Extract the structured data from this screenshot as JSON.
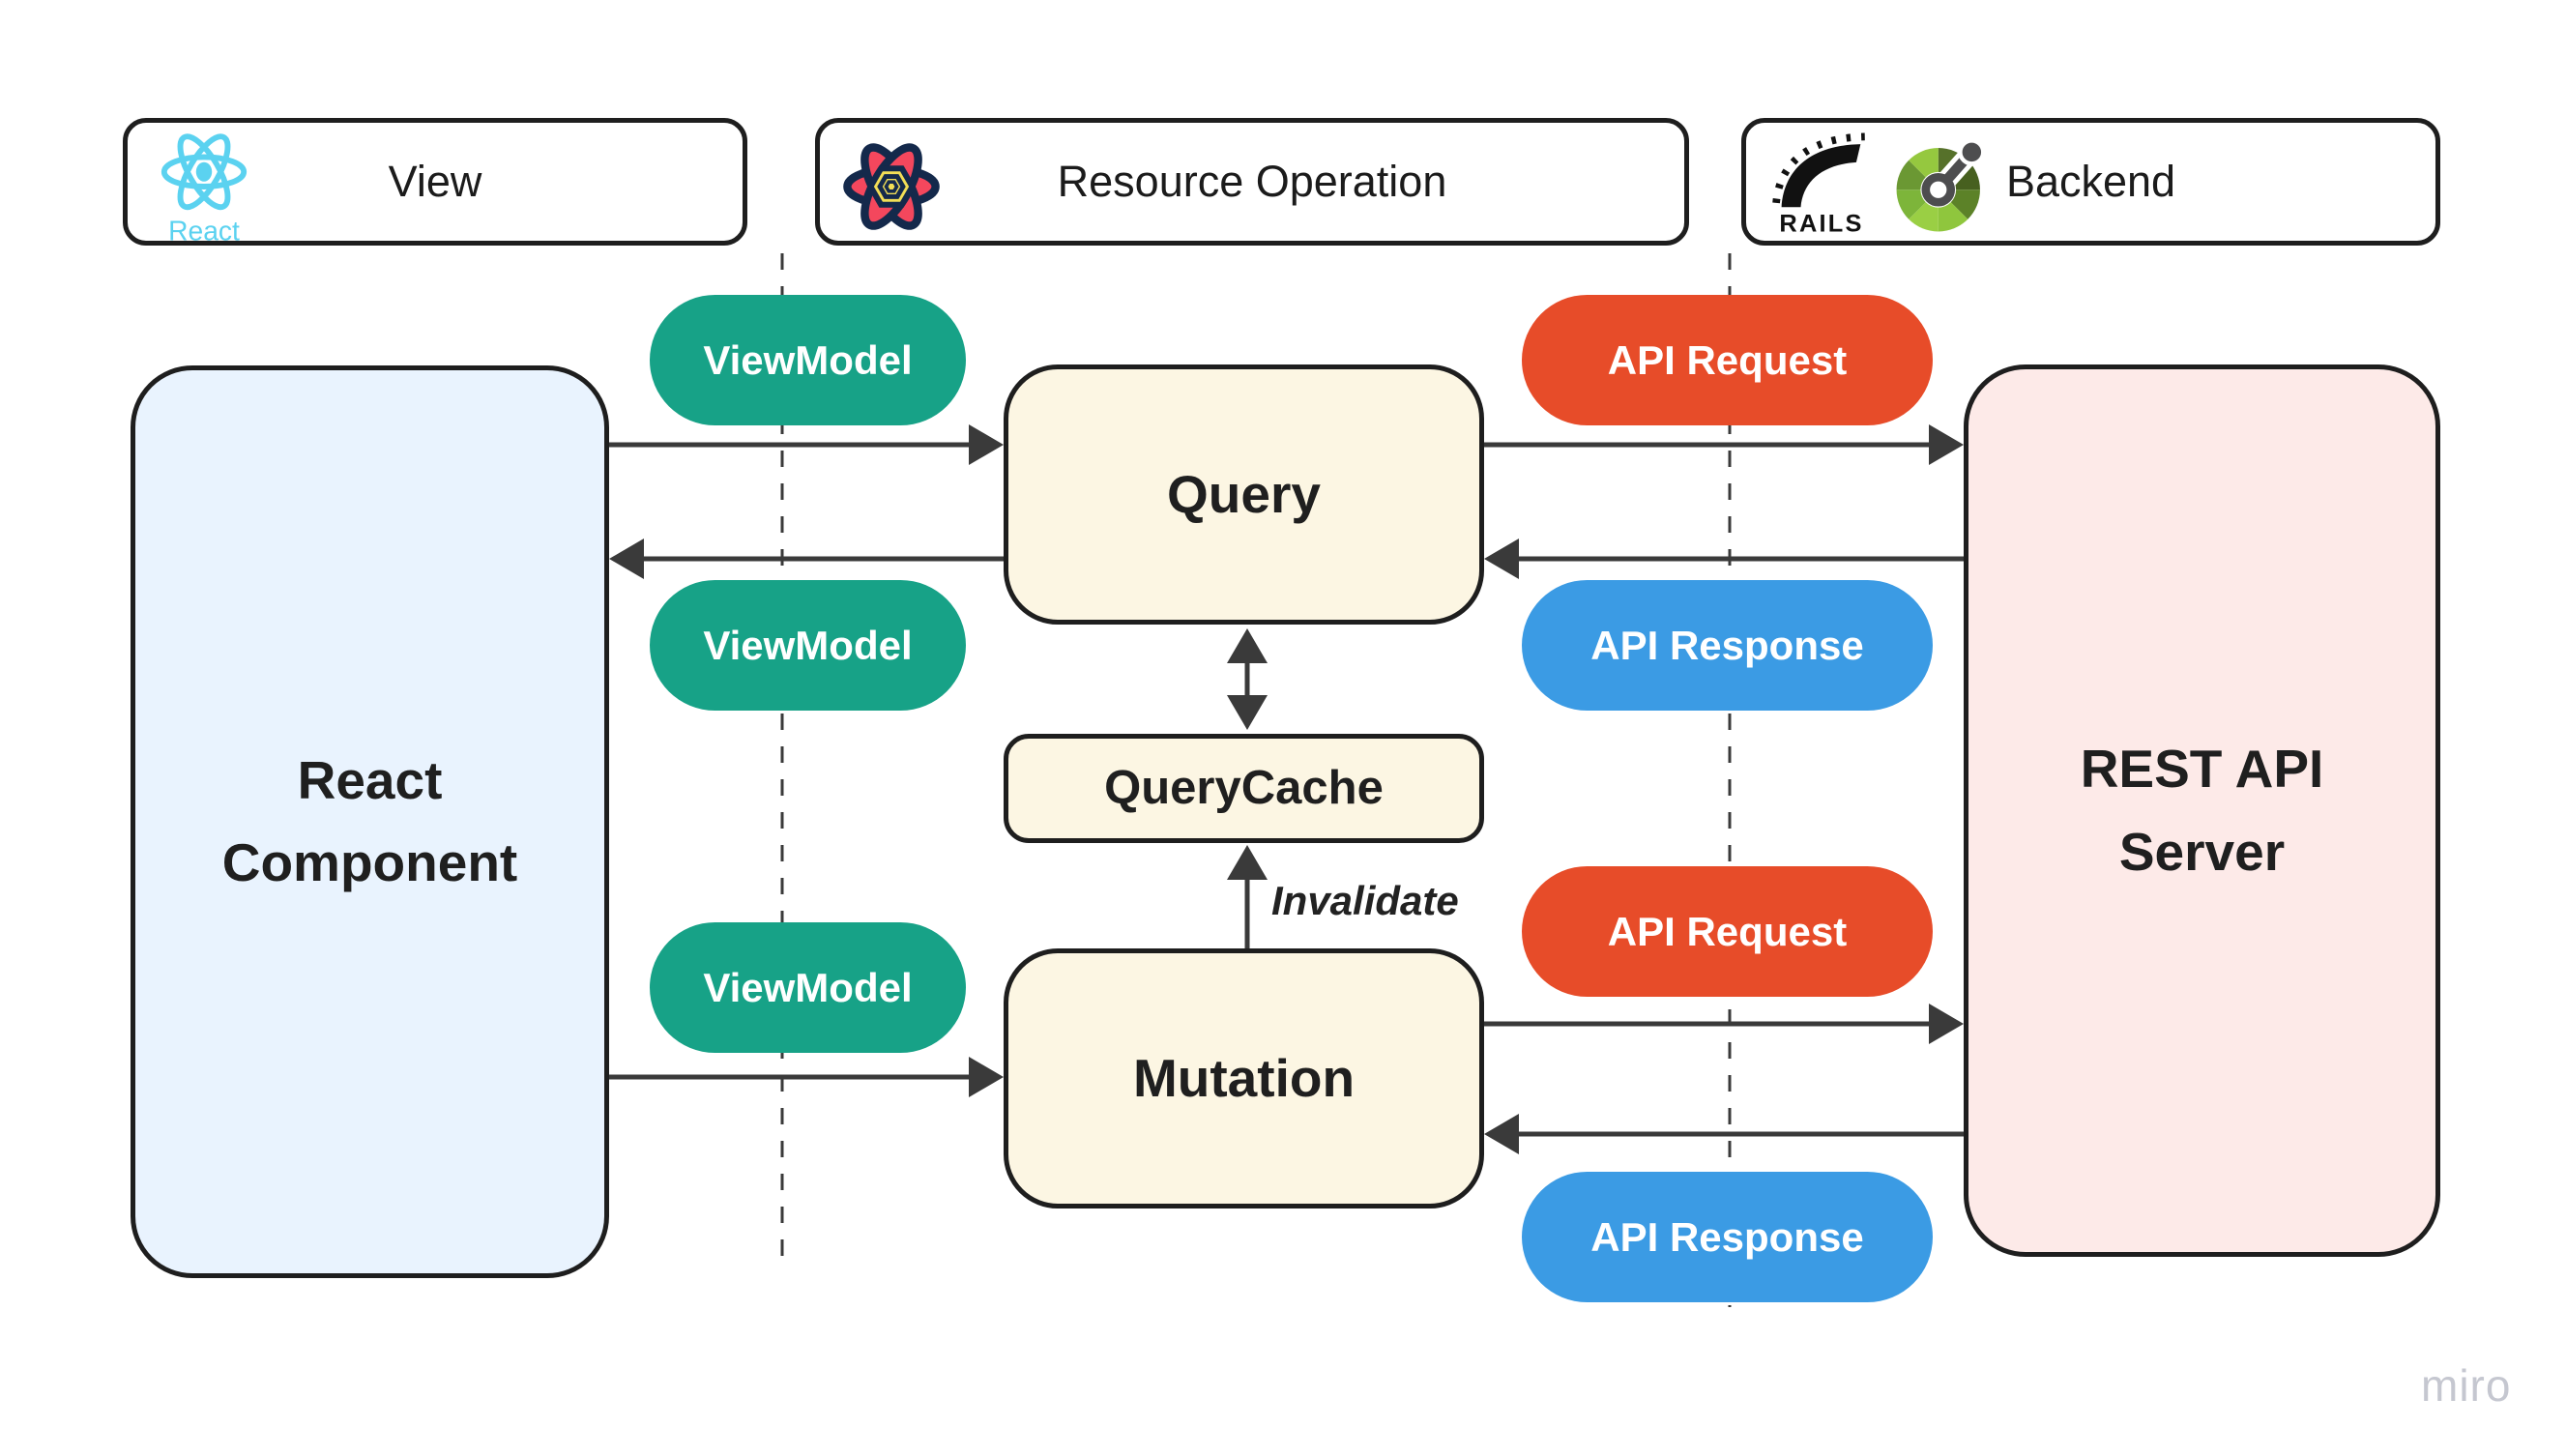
{
  "canvas": {
    "watermark": "miro"
  },
  "legend": {
    "view": {
      "label": "View",
      "icon": "react-logo",
      "icon_caption": "React"
    },
    "resource_operation": {
      "label": "Resource Operation",
      "icon": "react-query-logo"
    },
    "backend": {
      "label": "Backend",
      "icons": [
        "rails-logo",
        "openapi-logo"
      ],
      "rails_caption": "RAILS"
    }
  },
  "nodes": {
    "react_component": {
      "label": "React Component"
    },
    "query": {
      "label": "Query"
    },
    "query_cache": {
      "label": "QueryCache"
    },
    "mutation": {
      "label": "Mutation"
    },
    "rest_api_server": {
      "label": "REST API Server"
    }
  },
  "connector_labels": {
    "viewmodel": "ViewModel",
    "api_request": "API Request",
    "api_response": "API Response",
    "invalidate": "Invalidate"
  },
  "colors": {
    "viewmodel_pill": "#17A287",
    "api_request_pill": "#E74C29",
    "api_response_pill": "#3B9BE4",
    "resource_node_fill": "#FCF6E3",
    "react_component_fill": "#E9F3FE",
    "rest_api_server_fill": "#FDEAE8",
    "outline": "#1E1E1E",
    "arrow": "#3A3A3A",
    "react_brand": "#5BD2F0",
    "react_query_red": "#F4475D",
    "react_query_yellow": "#F2DE56",
    "watermark": "#C5C7D0"
  }
}
